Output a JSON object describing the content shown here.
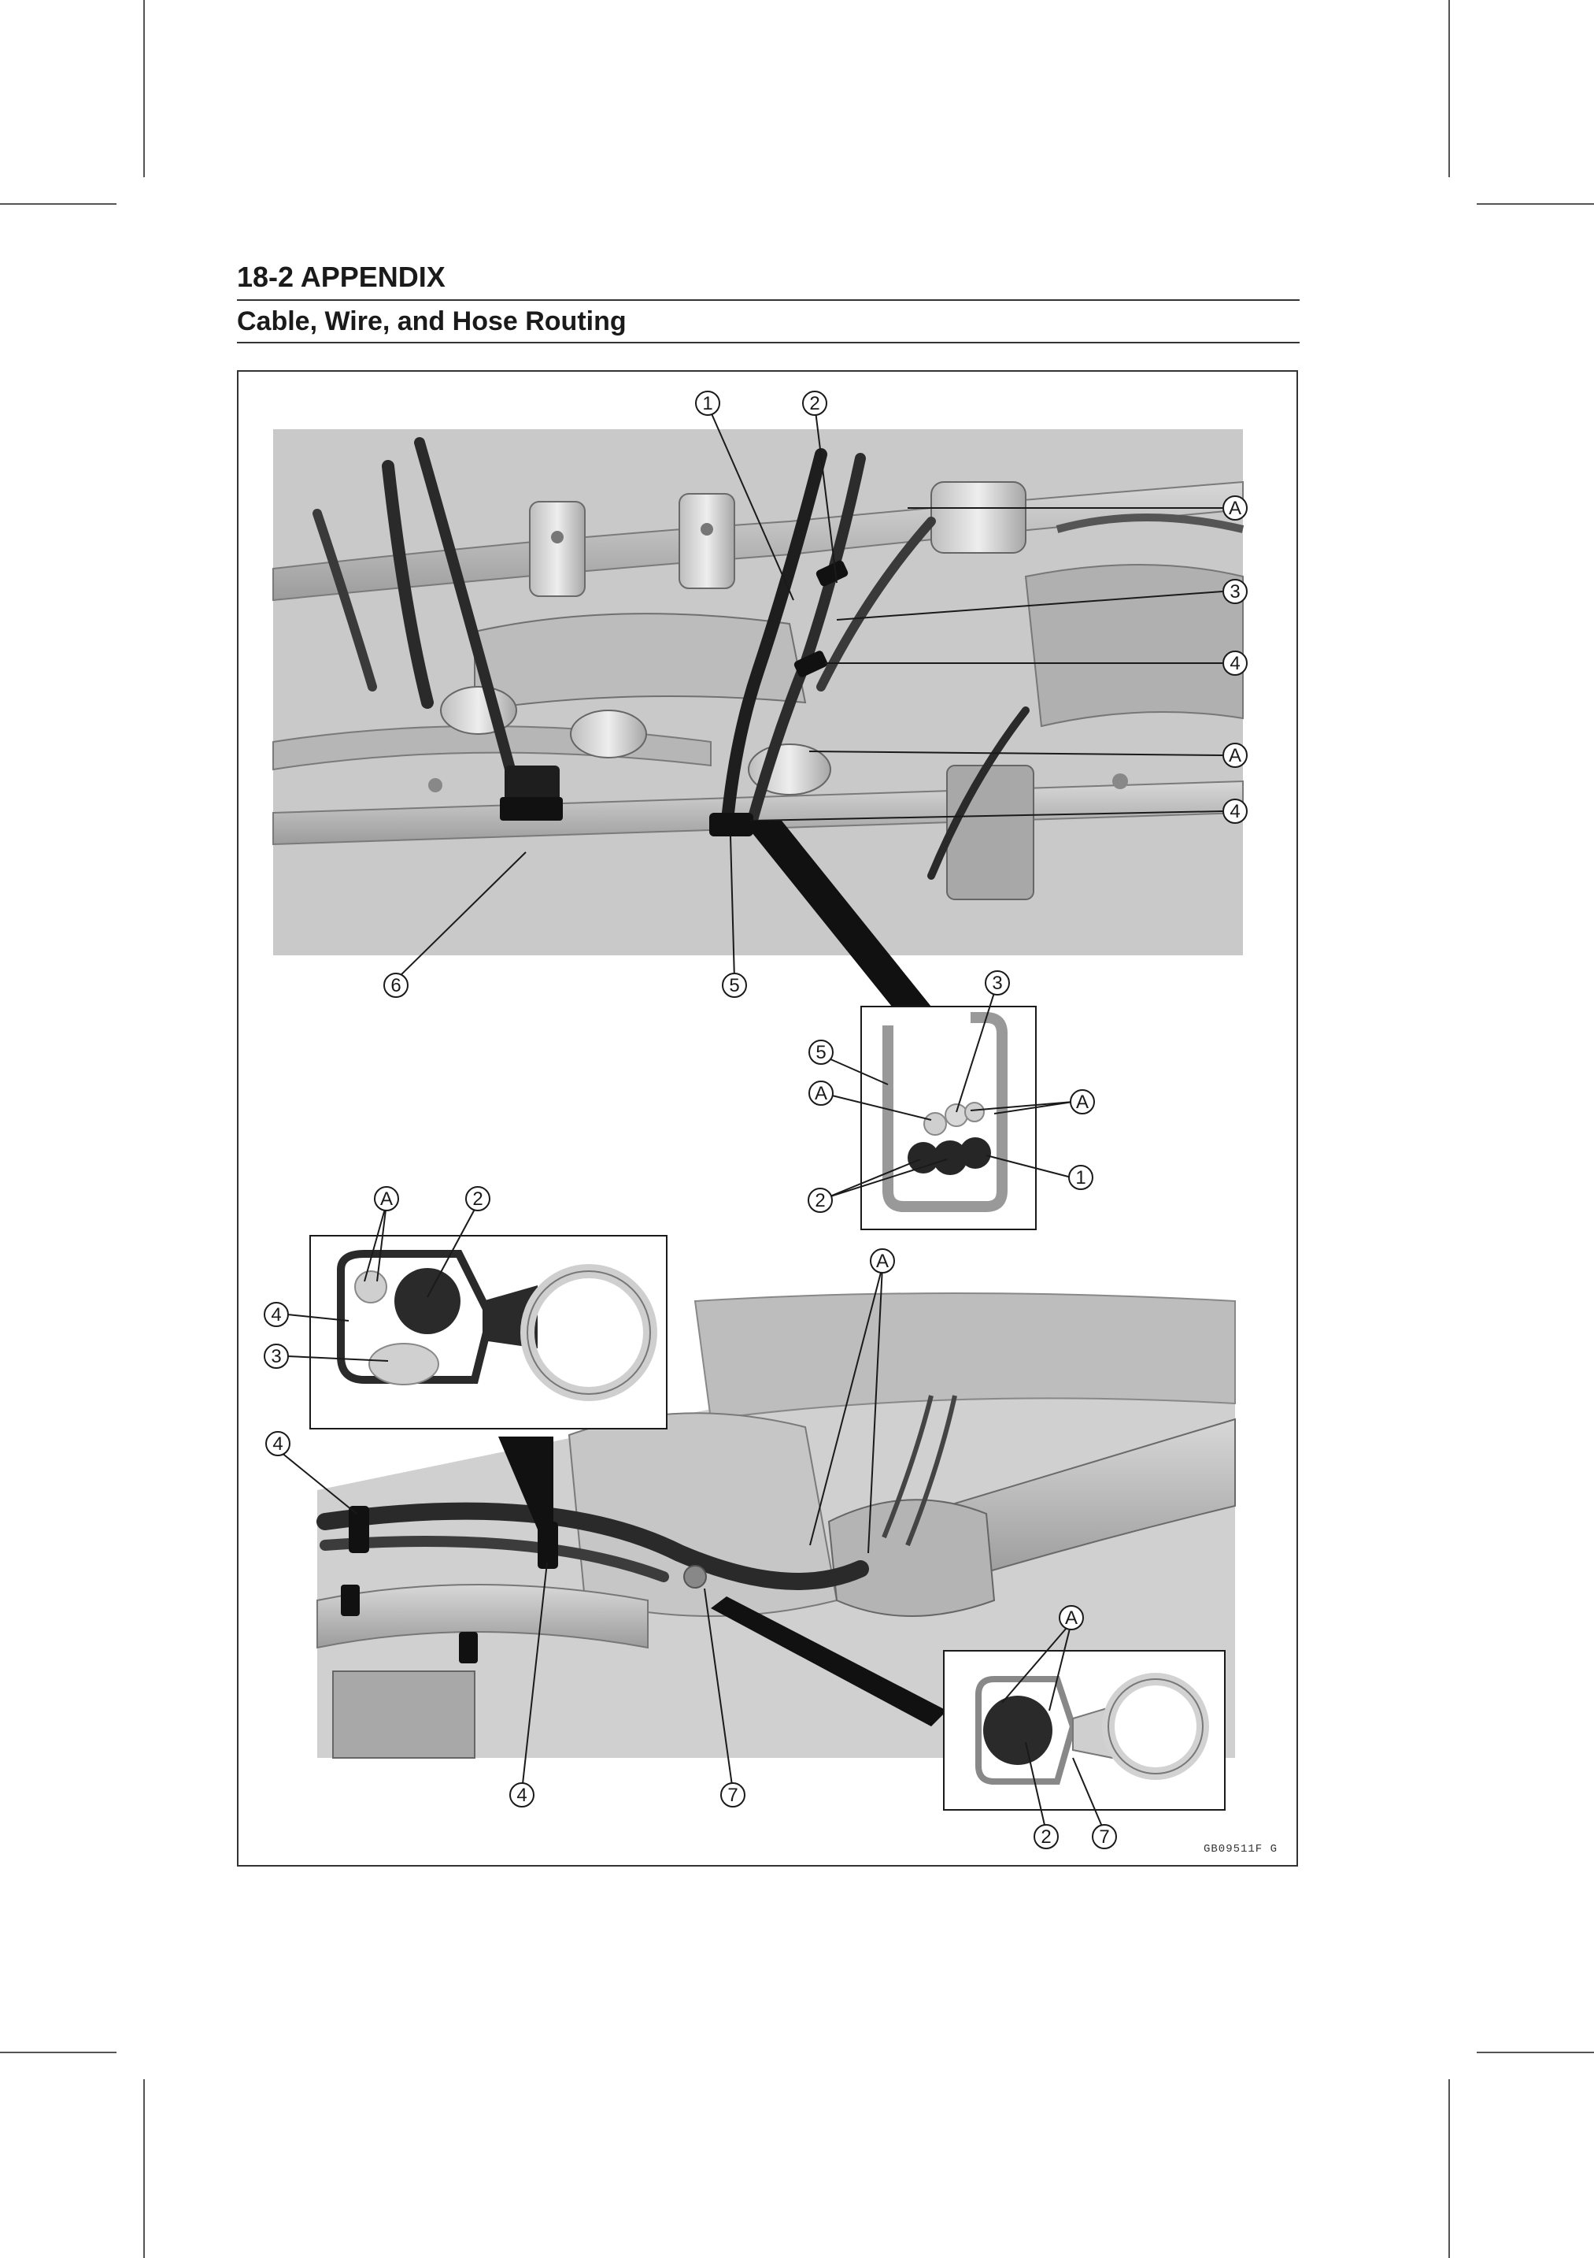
{
  "header": {
    "section_title": "18-2 APPENDIX",
    "subsection_title": "Cable, Wire, and Hose Routing"
  },
  "figure": {
    "code": "GB09511F  G",
    "top_view": {
      "callouts": [
        "1",
        "2",
        "A",
        "3",
        "4",
        "A",
        "4",
        "6",
        "5"
      ]
    },
    "top_inset": {
      "callouts": [
        "3",
        "5",
        "A",
        "A",
        "2",
        "1"
      ]
    },
    "left_inset": {
      "callouts": [
        "A",
        "2",
        "4",
        "3"
      ]
    },
    "bottom_view": {
      "callouts": [
        "A",
        "4",
        "4",
        "7"
      ]
    },
    "bottom_inset": {
      "callouts": [
        "A",
        "2",
        "7"
      ]
    }
  }
}
